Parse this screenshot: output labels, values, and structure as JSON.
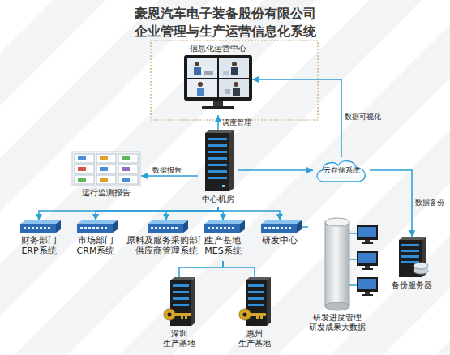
{
  "diagram": {
    "title": "豪恩汽车电子装备股份有限公司 企业管理与生产运营信息化系统",
    "nodes": [
      {
        "text": [
          "信息化运营中心"
        ]
      },
      {
        "text": [
          "中心机房"
        ]
      },
      {
        "text": [
          "运行监测报告"
        ]
      },
      {
        "text": [
          "云存储系统"
        ]
      },
      {
        "text": [
          "备份服务器"
        ]
      },
      {
        "text": [
          "财务部门 ERP系统"
        ]
      },
      {
        "text": [
          "市场部门 CRM系统"
        ]
      },
      {
        "text": [
          "原料及服务采购部门 供应商管理系统"
        ]
      },
      {
        "text": [
          "生产基地 MES系统"
        ]
      },
      {
        "text": [
          "研发中心"
        ]
      },
      {
        "text": [
          "研发进度管理 研发成果大数据"
        ]
      },
      {
        "text": [
          "深圳 生产基地"
        ]
      },
      {
        "text": [
          "惠州 生产基地"
        ]
      }
    ],
    "edges": [
      {
        "from": 1,
        "to": 0,
        "arrow": "to",
        "label": "调度管理"
      },
      {
        "from": 1,
        "to": 2,
        "arrow": "to",
        "label": "数据报告"
      },
      {
        "from": 1,
        "to": 3,
        "arrow": "to"
      },
      {
        "from": 3,
        "to": 0,
        "arrow": "to",
        "label": "数据可视化"
      },
      {
        "from": 3,
        "to": 4,
        "arrow": "to",
        "label": "数据备份"
      },
      {
        "from": 1,
        "to": 5,
        "arrow": "to"
      },
      {
        "from": 1,
        "to": 6,
        "arrow": "to"
      },
      {
        "from": 1,
        "to": 7,
        "arrow": "to"
      },
      {
        "from": 1,
        "to": 8,
        "arrow": "to"
      },
      {
        "from": 1,
        "to": 9,
        "arrow": "to"
      },
      {
        "from": 9,
        "to": 10,
        "arrow": "none"
      },
      {
        "from": 8,
        "to": 11,
        "arrow": "none"
      },
      {
        "from": 8,
        "to": 12,
        "arrow": "none"
      }
    ]
  }
}
